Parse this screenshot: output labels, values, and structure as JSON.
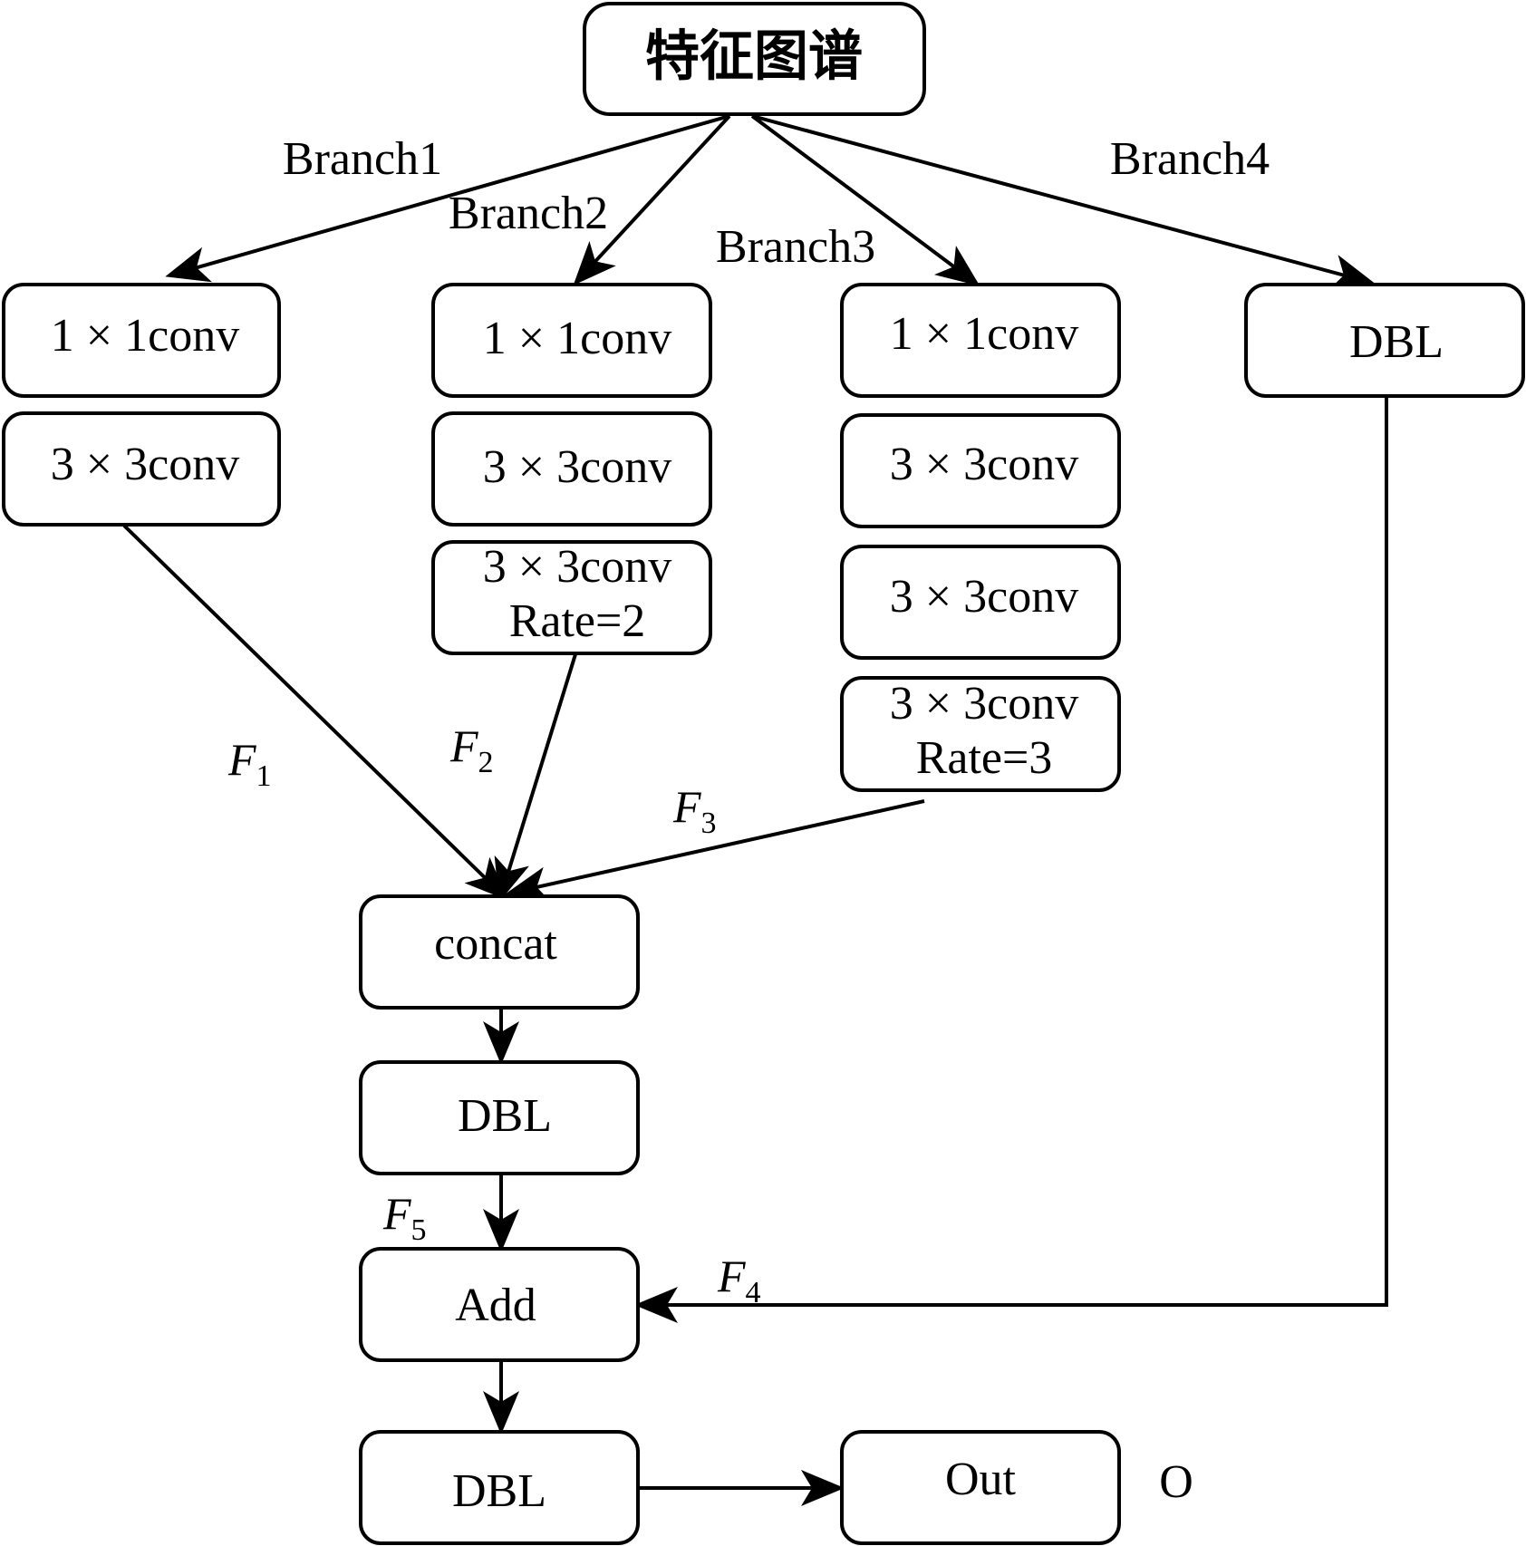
{
  "nodes": {
    "feature_map": "特征图谱",
    "b1_conv1": "1 × 1conv",
    "b1_conv2": "3 × 3conv",
    "b2_conv1": "1 × 1conv",
    "b2_conv2": "3 × 3conv",
    "b2_conv3_line1": "3 × 3conv",
    "b2_conv3_line2": "Rate=2",
    "b3_conv1": "1 × 1conv",
    "b3_conv2": "3 × 3conv",
    "b3_conv3": "3 × 3conv",
    "b3_conv4_line1": "3 × 3conv",
    "b3_conv4_line2": "Rate=3",
    "b4_dbl": "DBL",
    "concat": "concat",
    "dbl_mid": "DBL",
    "add": "Add",
    "dbl_bottom": "DBL",
    "out": "Out"
  },
  "branch_labels": {
    "branch1": "Branch1",
    "branch2": "Branch2",
    "branch3": "Branch3",
    "branch4": "Branch4"
  },
  "feature_labels": {
    "f1": {
      "main": "F",
      "sub": "1"
    },
    "f2": {
      "main": "F",
      "sub": "2"
    },
    "f3": {
      "main": "F",
      "sub": "3"
    },
    "f4": {
      "main": "F",
      "sub": "4"
    },
    "f5": {
      "main": "F",
      "sub": "5"
    }
  },
  "output_label": "O"
}
